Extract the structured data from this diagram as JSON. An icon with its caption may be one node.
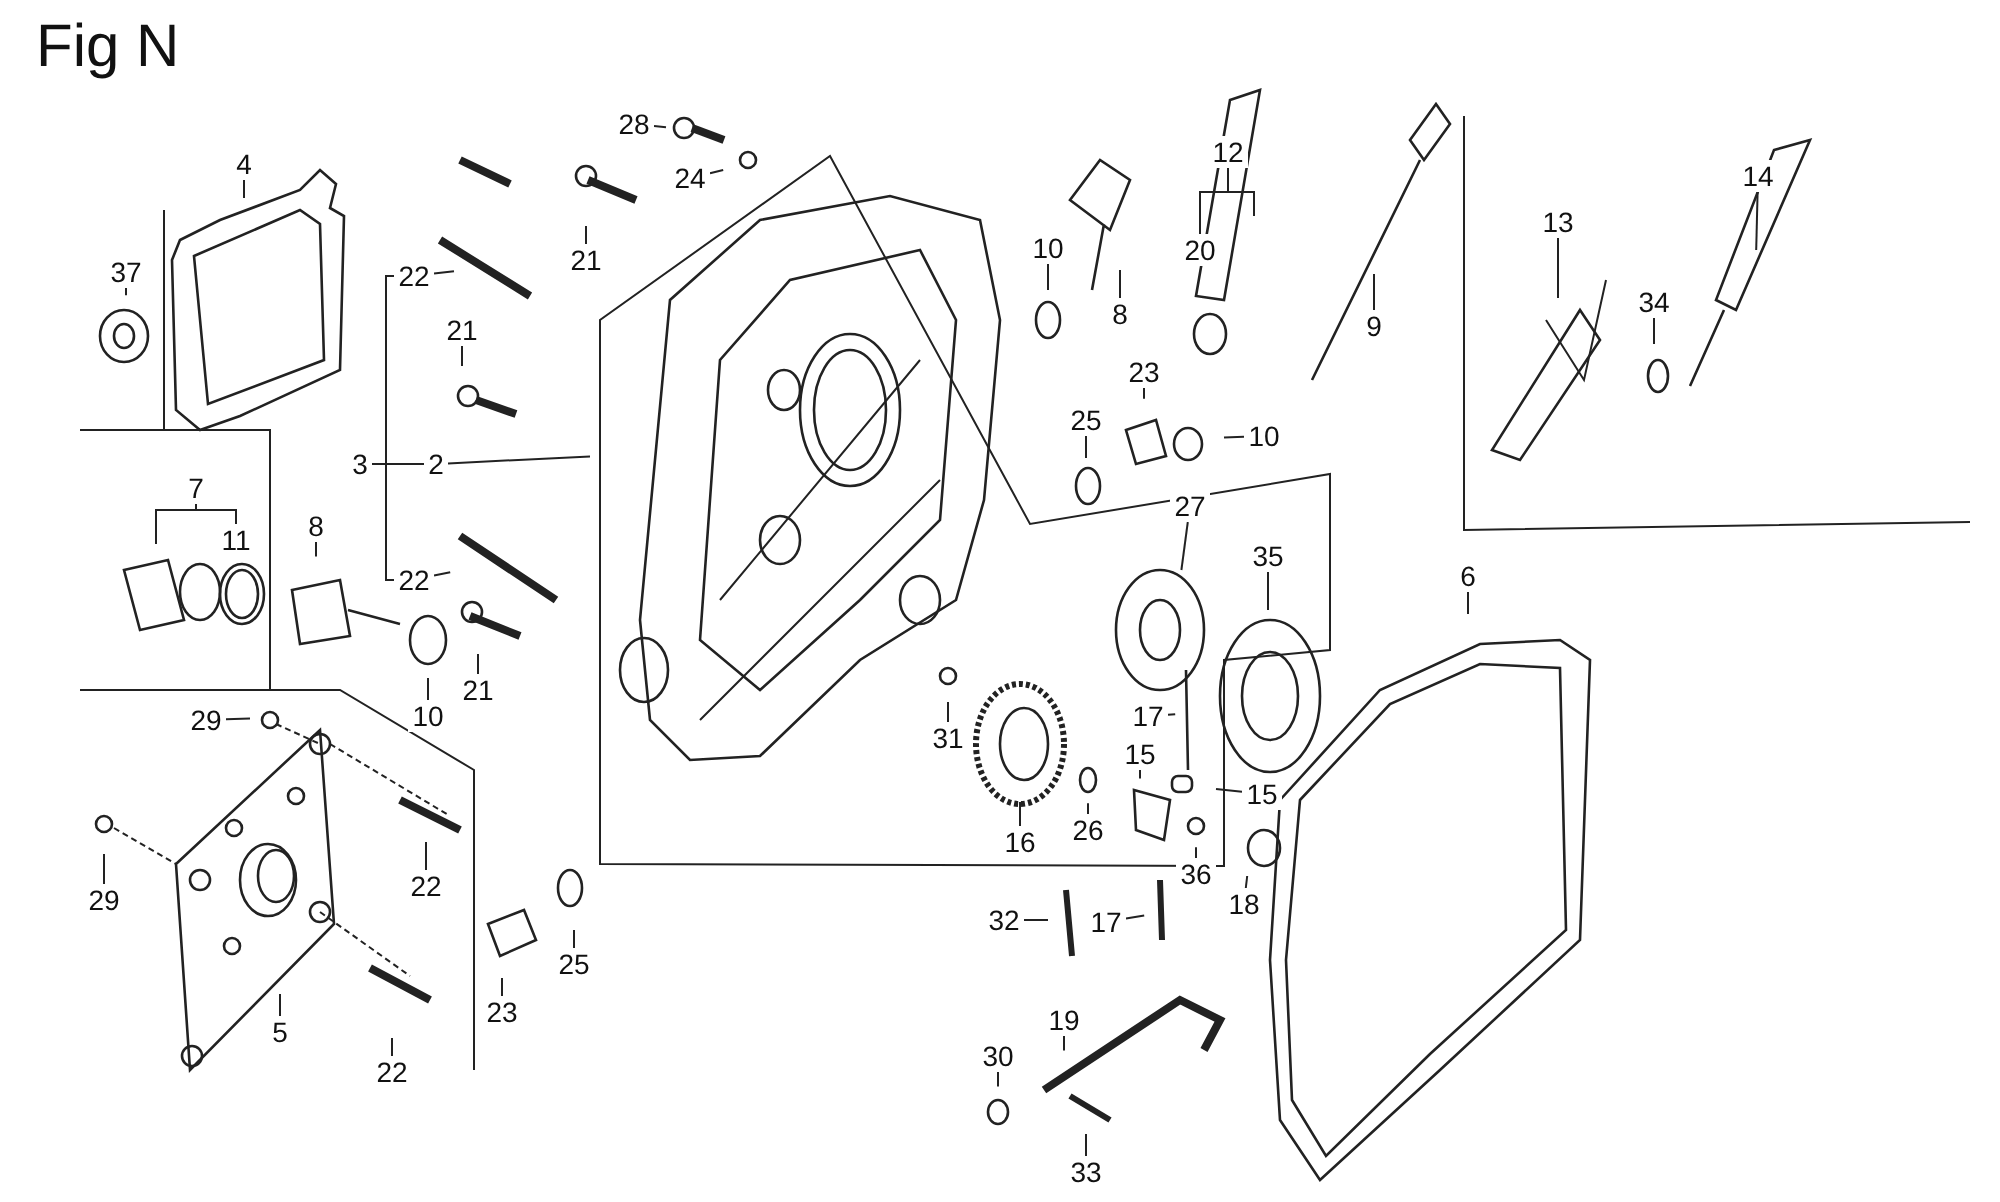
{
  "diagram": {
    "title": "Fig N",
    "nodes": [
      {
        "text": [
          "4"
        ]
      },
      {
        "text": [
          "37"
        ]
      },
      {
        "text": [
          "22"
        ]
      },
      {
        "text": [
          "21"
        ]
      },
      {
        "text": [
          "28"
        ]
      },
      {
        "text": [
          "24"
        ]
      },
      {
        "text": [
          "21"
        ]
      },
      {
        "text": [
          "3"
        ]
      },
      {
        "text": [
          "2"
        ]
      },
      {
        "text": [
          "7"
        ]
      },
      {
        "text": [
          "11"
        ]
      },
      {
        "text": [
          "8"
        ]
      },
      {
        "text": [
          "22"
        ]
      },
      {
        "text": [
          "10"
        ]
      },
      {
        "text": [
          "21"
        ]
      },
      {
        "text": [
          "29"
        ]
      },
      {
        "text": [
          "29"
        ]
      },
      {
        "text": [
          "22"
        ]
      },
      {
        "text": [
          "5"
        ]
      },
      {
        "text": [
          "22"
        ]
      },
      {
        "text": [
          "23"
        ]
      },
      {
        "text": [
          "25"
        ]
      },
      {
        "text": [
          "10"
        ]
      },
      {
        "text": [
          "8"
        ]
      },
      {
        "text": [
          "12"
        ]
      },
      {
        "text": [
          "20"
        ]
      },
      {
        "text": [
          "9"
        ]
      },
      {
        "text": [
          "14"
        ]
      },
      {
        "text": [
          "13"
        ]
      },
      {
        "text": [
          "34"
        ]
      },
      {
        "text": [
          "23"
        ]
      },
      {
        "text": [
          "25"
        ]
      },
      {
        "text": [
          "10"
        ]
      },
      {
        "text": [
          "27"
        ]
      },
      {
        "text": [
          "35"
        ]
      },
      {
        "text": [
          "6"
        ]
      },
      {
        "text": [
          "31"
        ]
      },
      {
        "text": [
          "17"
        ]
      },
      {
        "text": [
          "15"
        ]
      },
      {
        "text": [
          "15"
        ]
      },
      {
        "text": [
          "16"
        ]
      },
      {
        "text": [
          "26"
        ]
      },
      {
        "text": [
          "36"
        ]
      },
      {
        "text": [
          "18"
        ]
      },
      {
        "text": [
          "32"
        ]
      },
      {
        "text": [
          "17"
        ]
      },
      {
        "text": [
          "19"
        ]
      },
      {
        "text": [
          "30"
        ]
      },
      {
        "text": [
          "33"
        ]
      }
    ],
    "edges": [
      {
        "from": 0,
        "to": null,
        "arrow": "none"
      },
      {
        "from": 1,
        "to": null,
        "arrow": "none"
      },
      {
        "from": 2,
        "to": null,
        "arrow": "none"
      },
      {
        "from": 3,
        "to": null,
        "arrow": "none"
      },
      {
        "from": 4,
        "to": null,
        "arrow": "none"
      },
      {
        "from": 5,
        "to": null,
        "arrow": "none"
      },
      {
        "from": 6,
        "to": null,
        "arrow": "none"
      },
      {
        "from": 7,
        "to": 8,
        "arrow": "none"
      },
      {
        "from": 8,
        "to": null,
        "arrow": "none"
      },
      {
        "from": 11,
        "to": null,
        "arrow": "none"
      },
      {
        "from": 12,
        "to": null,
        "arrow": "none"
      },
      {
        "from": 13,
        "to": null,
        "arrow": "none"
      },
      {
        "from": 14,
        "to": null,
        "arrow": "none"
      },
      {
        "from": 15,
        "to": null,
        "arrow": "none"
      },
      {
        "from": 16,
        "to": null,
        "arrow": "none"
      },
      {
        "from": 17,
        "to": null,
        "arrow": "none"
      },
      {
        "from": 18,
        "to": null,
        "arrow": "none"
      },
      {
        "from": 19,
        "to": null,
        "arrow": "none"
      },
      {
        "from": 20,
        "to": null,
        "arrow": "none"
      },
      {
        "from": 21,
        "to": null,
        "arrow": "none"
      },
      {
        "from": 22,
        "to": null,
        "arrow": "none"
      },
      {
        "from": 23,
        "to": null,
        "arrow": "none"
      },
      {
        "from": 26,
        "to": null,
        "arrow": "none"
      },
      {
        "from": 27,
        "to": null,
        "arrow": "none"
      },
      {
        "from": 28,
        "to": null,
        "arrow": "none"
      },
      {
        "from": 29,
        "to": null,
        "arrow": "none"
      },
      {
        "from": 30,
        "to": null,
        "arrow": "none"
      },
      {
        "from": 31,
        "to": null,
        "arrow": "none"
      },
      {
        "from": 32,
        "to": null,
        "arrow": "none"
      },
      {
        "from": 33,
        "to": null,
        "arrow": "none"
      },
      {
        "from": 34,
        "to": null,
        "arrow": "none"
      },
      {
        "from": 35,
        "to": null,
        "arrow": "none"
      },
      {
        "from": 36,
        "to": null,
        "arrow": "none"
      },
      {
        "from": 37,
        "to": null,
        "arrow": "none"
      },
      {
        "from": 38,
        "to": null,
        "arrow": "none"
      },
      {
        "from": 39,
        "to": null,
        "arrow": "none"
      },
      {
        "from": 40,
        "to": null,
        "arrow": "none"
      },
      {
        "from": 41,
        "to": null,
        "arrow": "none"
      },
      {
        "from": 42,
        "to": null,
        "arrow": "none"
      },
      {
        "from": 43,
        "to": null,
        "arrow": "none"
      },
      {
        "from": 44,
        "to": null,
        "arrow": "none"
      },
      {
        "from": 45,
        "to": null,
        "arrow": "none"
      },
      {
        "from": 46,
        "to": null,
        "arrow": "none"
      },
      {
        "from": 47,
        "to": null,
        "arrow": "none"
      },
      {
        "from": 48,
        "to": null,
        "arrow": "none"
      },
      {
        "from": 7,
        "to": 2,
        "arrow": "none"
      },
      {
        "from": 7,
        "to": 12,
        "arrow": "none"
      },
      {
        "from": 24,
        "to": 25,
        "arrow": "none"
      },
      {
        "from": 24,
        "to": null,
        "arrow": "none"
      },
      {
        "from": 9,
        "to": 10,
        "arrow": "none"
      },
      {
        "from": 9,
        "to": null,
        "arrow": "none"
      }
    ]
  }
}
